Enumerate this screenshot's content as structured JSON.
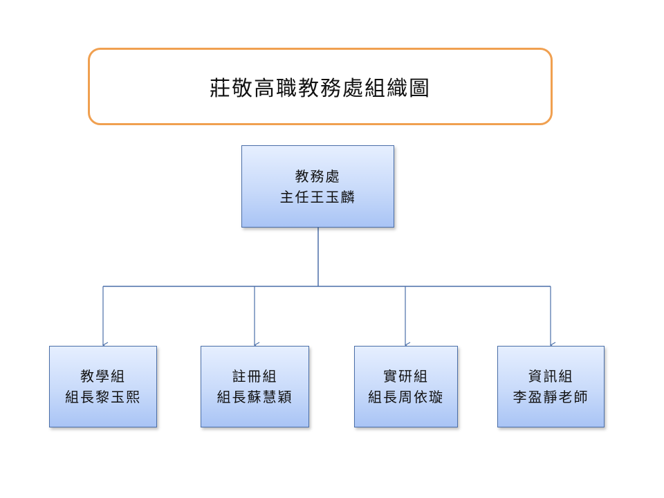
{
  "title": "莊敬高職教務處組織圖",
  "root": {
    "unit": "教務處",
    "person": "主任王玉麟"
  },
  "children": [
    {
      "unit": "教學組",
      "person": "組長黎玉熙"
    },
    {
      "unit": "註冊組",
      "person": "組長蘇慧穎"
    },
    {
      "unit": "實研組",
      "person": "組長周依璇"
    },
    {
      "unit": "資訊組",
      "person": "李盈靜老師"
    }
  ],
  "colors": {
    "title_border": "#f0a050",
    "node_border": "#4a6ea8",
    "connector": "#4a6ea8"
  }
}
